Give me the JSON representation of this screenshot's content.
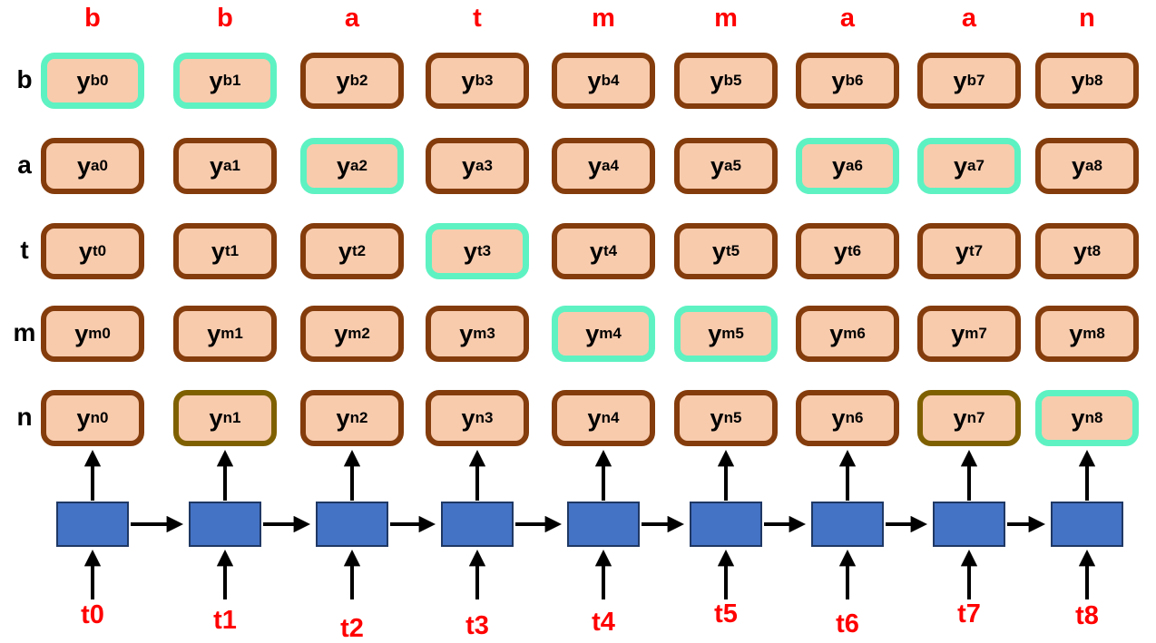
{
  "top_letters": [
    "b",
    "b",
    "a",
    "t",
    "m",
    "m",
    "a",
    "a",
    "n"
  ],
  "time_labels": [
    "t0",
    "t1",
    "t2",
    "t3",
    "t4",
    "t5",
    "t6",
    "t7",
    "t8"
  ],
  "grid": {
    "rows": [
      {
        "letter": "b",
        "cells": [
          {
            "base": "y",
            "sup": "b",
            "sub": "0",
            "highlight": "path"
          },
          {
            "base": "y",
            "sup": "b",
            "sub": "1",
            "highlight": "path"
          },
          {
            "base": "y",
            "sup": "b",
            "sub": "2",
            "highlight": "none"
          },
          {
            "base": "y",
            "sup": "b",
            "sub": "3",
            "highlight": "none"
          },
          {
            "base": "y",
            "sup": "b",
            "sub": "4",
            "highlight": "none"
          },
          {
            "base": "y",
            "sup": "b",
            "sub": "5",
            "highlight": "none"
          },
          {
            "base": "y",
            "sup": "b",
            "sub": "6",
            "highlight": "none"
          },
          {
            "base": "y",
            "sup": "b",
            "sub": "7",
            "highlight": "none"
          },
          {
            "base": "y",
            "sup": "b",
            "sub": "8",
            "highlight": "none"
          }
        ]
      },
      {
        "letter": "a",
        "cells": [
          {
            "base": "y",
            "sup": "a",
            "sub": "0",
            "highlight": "none"
          },
          {
            "base": "y",
            "sup": "a",
            "sub": "1",
            "highlight": "none"
          },
          {
            "base": "y",
            "sup": "a",
            "sub": "2",
            "highlight": "path"
          },
          {
            "base": "y",
            "sup": "a",
            "sub": "3",
            "highlight": "none"
          },
          {
            "base": "y",
            "sup": "a",
            "sub": "4",
            "highlight": "none"
          },
          {
            "base": "y",
            "sup": "a",
            "sub": "5",
            "highlight": "none"
          },
          {
            "base": "y",
            "sup": "a",
            "sub": "6",
            "highlight": "path"
          },
          {
            "base": "y",
            "sup": "a",
            "sub": "7",
            "highlight": "path"
          },
          {
            "base": "y",
            "sup": "a",
            "sub": "8",
            "highlight": "none"
          }
        ]
      },
      {
        "letter": "t",
        "cells": [
          {
            "base": "y",
            "sup": "t",
            "sub": "0",
            "highlight": "none"
          },
          {
            "base": "y",
            "sup": "t",
            "sub": "1",
            "highlight": "none"
          },
          {
            "base": "y",
            "sup": "t",
            "sub": "2",
            "highlight": "none"
          },
          {
            "base": "y",
            "sup": "t",
            "sub": "3",
            "highlight": "path"
          },
          {
            "base": "y",
            "sup": "t",
            "sub": "4",
            "highlight": "none"
          },
          {
            "base": "y",
            "sup": "t",
            "sub": "5",
            "highlight": "none"
          },
          {
            "base": "y",
            "sup": "t",
            "sub": "6",
            "highlight": "none"
          },
          {
            "base": "y",
            "sup": "t",
            "sub": "7",
            "highlight": "none"
          },
          {
            "base": "y",
            "sup": "t",
            "sub": "8",
            "highlight": "none"
          }
        ]
      },
      {
        "letter": "m",
        "cells": [
          {
            "base": "y",
            "sup": "m",
            "sub": "0",
            "highlight": "none"
          },
          {
            "base": "y",
            "sup": "m",
            "sub": "1",
            "highlight": "none"
          },
          {
            "base": "y",
            "sup": "m",
            "sub": "2",
            "highlight": "none"
          },
          {
            "base": "y",
            "sup": "m",
            "sub": "3",
            "highlight": "none"
          },
          {
            "base": "y",
            "sup": "m",
            "sub": "4",
            "highlight": "path"
          },
          {
            "base": "y",
            "sup": "m",
            "sub": "5",
            "highlight": "path"
          },
          {
            "base": "y",
            "sup": "m",
            "sub": "6",
            "highlight": "none"
          },
          {
            "base": "y",
            "sup": "m",
            "sub": "7",
            "highlight": "none"
          },
          {
            "base": "y",
            "sup": "m",
            "sub": "8",
            "highlight": "none"
          }
        ]
      },
      {
        "letter": "n",
        "cells": [
          {
            "base": "y",
            "sup": "n",
            "sub": "0",
            "highlight": "none"
          },
          {
            "base": "y",
            "sup": "n",
            "sub": "1",
            "highlight": "alt"
          },
          {
            "base": "y",
            "sup": "n",
            "sub": "2",
            "highlight": "none"
          },
          {
            "base": "y",
            "sup": "n",
            "sub": "3",
            "highlight": "none"
          },
          {
            "base": "y",
            "sup": "n",
            "sub": "4",
            "highlight": "none"
          },
          {
            "base": "y",
            "sup": "n",
            "sub": "5",
            "highlight": "none"
          },
          {
            "base": "y",
            "sup": "n",
            "sub": "6",
            "highlight": "none"
          },
          {
            "base": "y",
            "sup": "n",
            "sub": "7",
            "highlight": "alt"
          },
          {
            "base": "y",
            "sup": "n",
            "sub": "8",
            "highlight": "path"
          }
        ]
      }
    ]
  },
  "rnn": {
    "cell_count": 9
  },
  "colors": {
    "box_fill": "#F8CBAD",
    "border_default": "#843C0C",
    "border_path": "#5EF2C2",
    "border_alt": "#7F6000",
    "rnn_fill": "#4472C4",
    "rnn_border": "#1F3864",
    "label_red": "#FF0000",
    "arrow_black": "#000000"
  }
}
